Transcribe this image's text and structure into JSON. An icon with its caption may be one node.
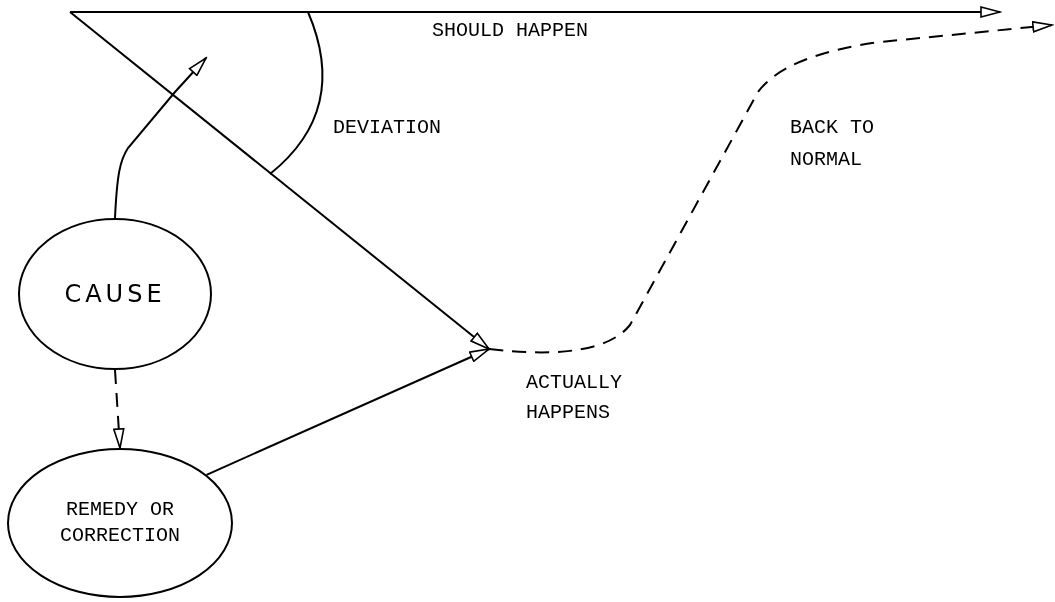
{
  "diagram": {
    "nodes": [
      {
        "text": [
          "CAUSE"
        ]
      },
      {
        "text": [
          "REMEDY OR CORRECTION"
        ]
      },
      {
        "text": [
          "ACTUALLY HAPPENS"
        ]
      }
    ],
    "edges": [
      {
        "from": null,
        "to": 2,
        "arrow": "to"
      },
      {
        "from": 0,
        "to": null,
        "arrow": "to"
      },
      {
        "from": 0,
        "to": 1,
        "arrow": "to",
        "style": "dashed"
      },
      {
        "from": 1,
        "to": 2,
        "arrow": "to"
      },
      {
        "from": 2,
        "to": null,
        "arrow": "to",
        "style": "dashed"
      }
    ],
    "labels": [
      "SHOULD HAPPEN",
      "DEVIATION",
      "BACK TO NORMAL"
    ]
  }
}
